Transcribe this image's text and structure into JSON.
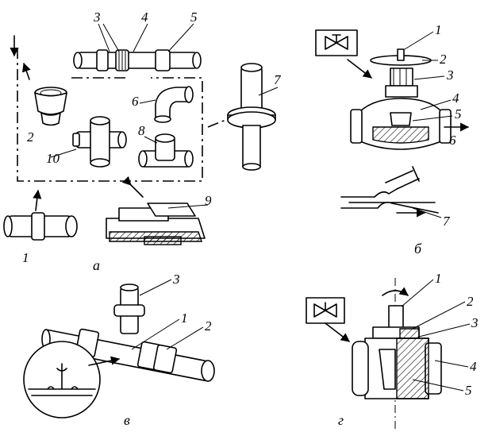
{
  "panel_a": {
    "caption": "а",
    "labels": {
      "l1": "1",
      "l2": "2",
      "l3": "3",
      "l4": "4",
      "l5": "5",
      "l6": "6",
      "l7": "7",
      "l8": "8",
      "l9": "9",
      "l10": "10"
    }
  },
  "panel_b": {
    "caption": "б",
    "labels": {
      "l1": "1",
      "l2": "2",
      "l3": "3",
      "l4": "4",
      "l5": "5",
      "l6": "6",
      "l7": "7"
    }
  },
  "panel_v": {
    "caption": "в",
    "labels": {
      "l1": "1",
      "l2": "2",
      "l3": "3"
    }
  },
  "panel_g": {
    "caption": "г",
    "labels": {
      "l1": "1",
      "l2": "2",
      "l3": "3",
      "l4": "4",
      "l5": "5"
    }
  }
}
